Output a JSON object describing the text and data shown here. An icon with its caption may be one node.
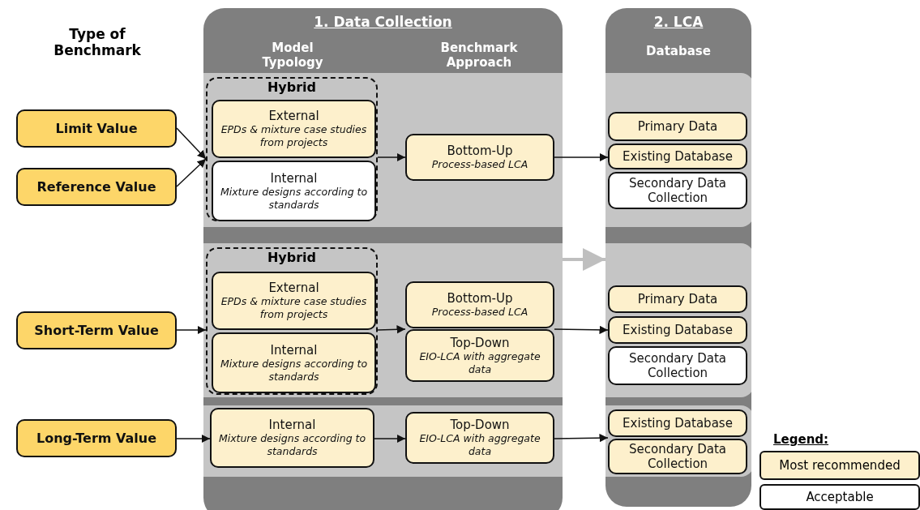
{
  "diagram": {
    "nodes": [
      {
        "text": [
          "1. Data Collection",
          "Model Typology",
          "Benchmark Approach"
        ]
      },
      {
        "text": [
          "2. LCA",
          "Database"
        ]
      },
      {
        "text": [
          "Limit Value"
        ]
      },
      {
        "text": [
          "Reference Value"
        ]
      },
      {
        "text": [
          "Hybrid"
        ],
        "in": 0
      },
      {
        "text": [
          "External",
          "EPDs & mixture case studies from projects"
        ],
        "in": 4
      },
      {
        "text": [
          "Internal",
          "Mixture designs according to standards"
        ],
        "in": 4
      },
      {
        "text": [
          "Bottom-Up",
          "Process-based LCA"
        ],
        "in": 0
      },
      {
        "text": [
          "Primary Data"
        ],
        "in": 1
      },
      {
        "text": [
          "Existing Database"
        ],
        "in": 1
      },
      {
        "text": [
          "Secondary Data Collection"
        ],
        "in": 1
      },
      {
        "text": [
          "Short-Term Value"
        ]
      },
      {
        "text": [
          "Hybrid"
        ],
        "in": 0
      },
      {
        "text": [
          "External",
          "EPDs & mixture case studies from projects"
        ],
        "in": 12
      },
      {
        "text": [
          "Internal",
          "Mixture designs according to standards"
        ],
        "in": 12
      },
      {
        "text": [
          "Bottom-Up",
          "Process-based LCA"
        ],
        "in": 0
      },
      {
        "text": [
          "Top-Down",
          "EIO-LCA with aggregate data"
        ],
        "in": 0
      },
      {
        "text": [
          "Primary Data"
        ],
        "in": 1
      },
      {
        "text": [
          "Existing Database"
        ],
        "in": 1
      },
      {
        "text": [
          "Secondary Data Collection"
        ],
        "in": 1
      },
      {
        "text": [
          "Long-Term Value"
        ]
      },
      {
        "text": [
          "Internal",
          "Mixture designs according to standards"
        ],
        "in": 0
      },
      {
        "text": [
          "Top-Down",
          "EIO-LCA with aggregate data"
        ],
        "in": 0
      },
      {
        "text": [
          "Existing Database"
        ],
        "in": 1
      },
      {
        "text": [
          "Secondary Data Collection"
        ],
        "in": 1
      }
    ],
    "edges": [
      {
        "from": 2,
        "to": 4,
        "arrow": "to"
      },
      {
        "from": 3,
        "to": 4,
        "arrow": "to"
      },
      {
        "from": 4,
        "to": 7,
        "arrow": "to"
      },
      {
        "from": 7,
        "to": 9,
        "arrow": "to"
      },
      {
        "from": 11,
        "to": 12,
        "arrow": "to"
      },
      {
        "from": 12,
        "to": 15,
        "arrow": "to"
      },
      {
        "from": 12,
        "to": 16,
        "arrow": "to"
      },
      {
        "from": 15,
        "to": 18,
        "arrow": "to"
      },
      {
        "from": 16,
        "to": 18,
        "arrow": "to"
      },
      {
        "from": 20,
        "to": 21,
        "arrow": "to"
      },
      {
        "from": 21,
        "to": 22,
        "arrow": "to"
      },
      {
        "from": 22,
        "to": 23,
        "arrow": "to"
      },
      {
        "from": 22,
        "to": 24,
        "arrow": "to"
      },
      {
        "from": 0,
        "to": 1,
        "arrow": "to",
        "style": "thick",
        "color": "#bfbfbf"
      }
    ],
    "labels": [
      "Type of Benchmark",
      "Legend:"
    ],
    "legend": [
      {
        "text": "Most recommended",
        "color": "#fdf0cc"
      },
      {
        "text": "Acceptable",
        "color": "#ffffff"
      }
    ]
  }
}
